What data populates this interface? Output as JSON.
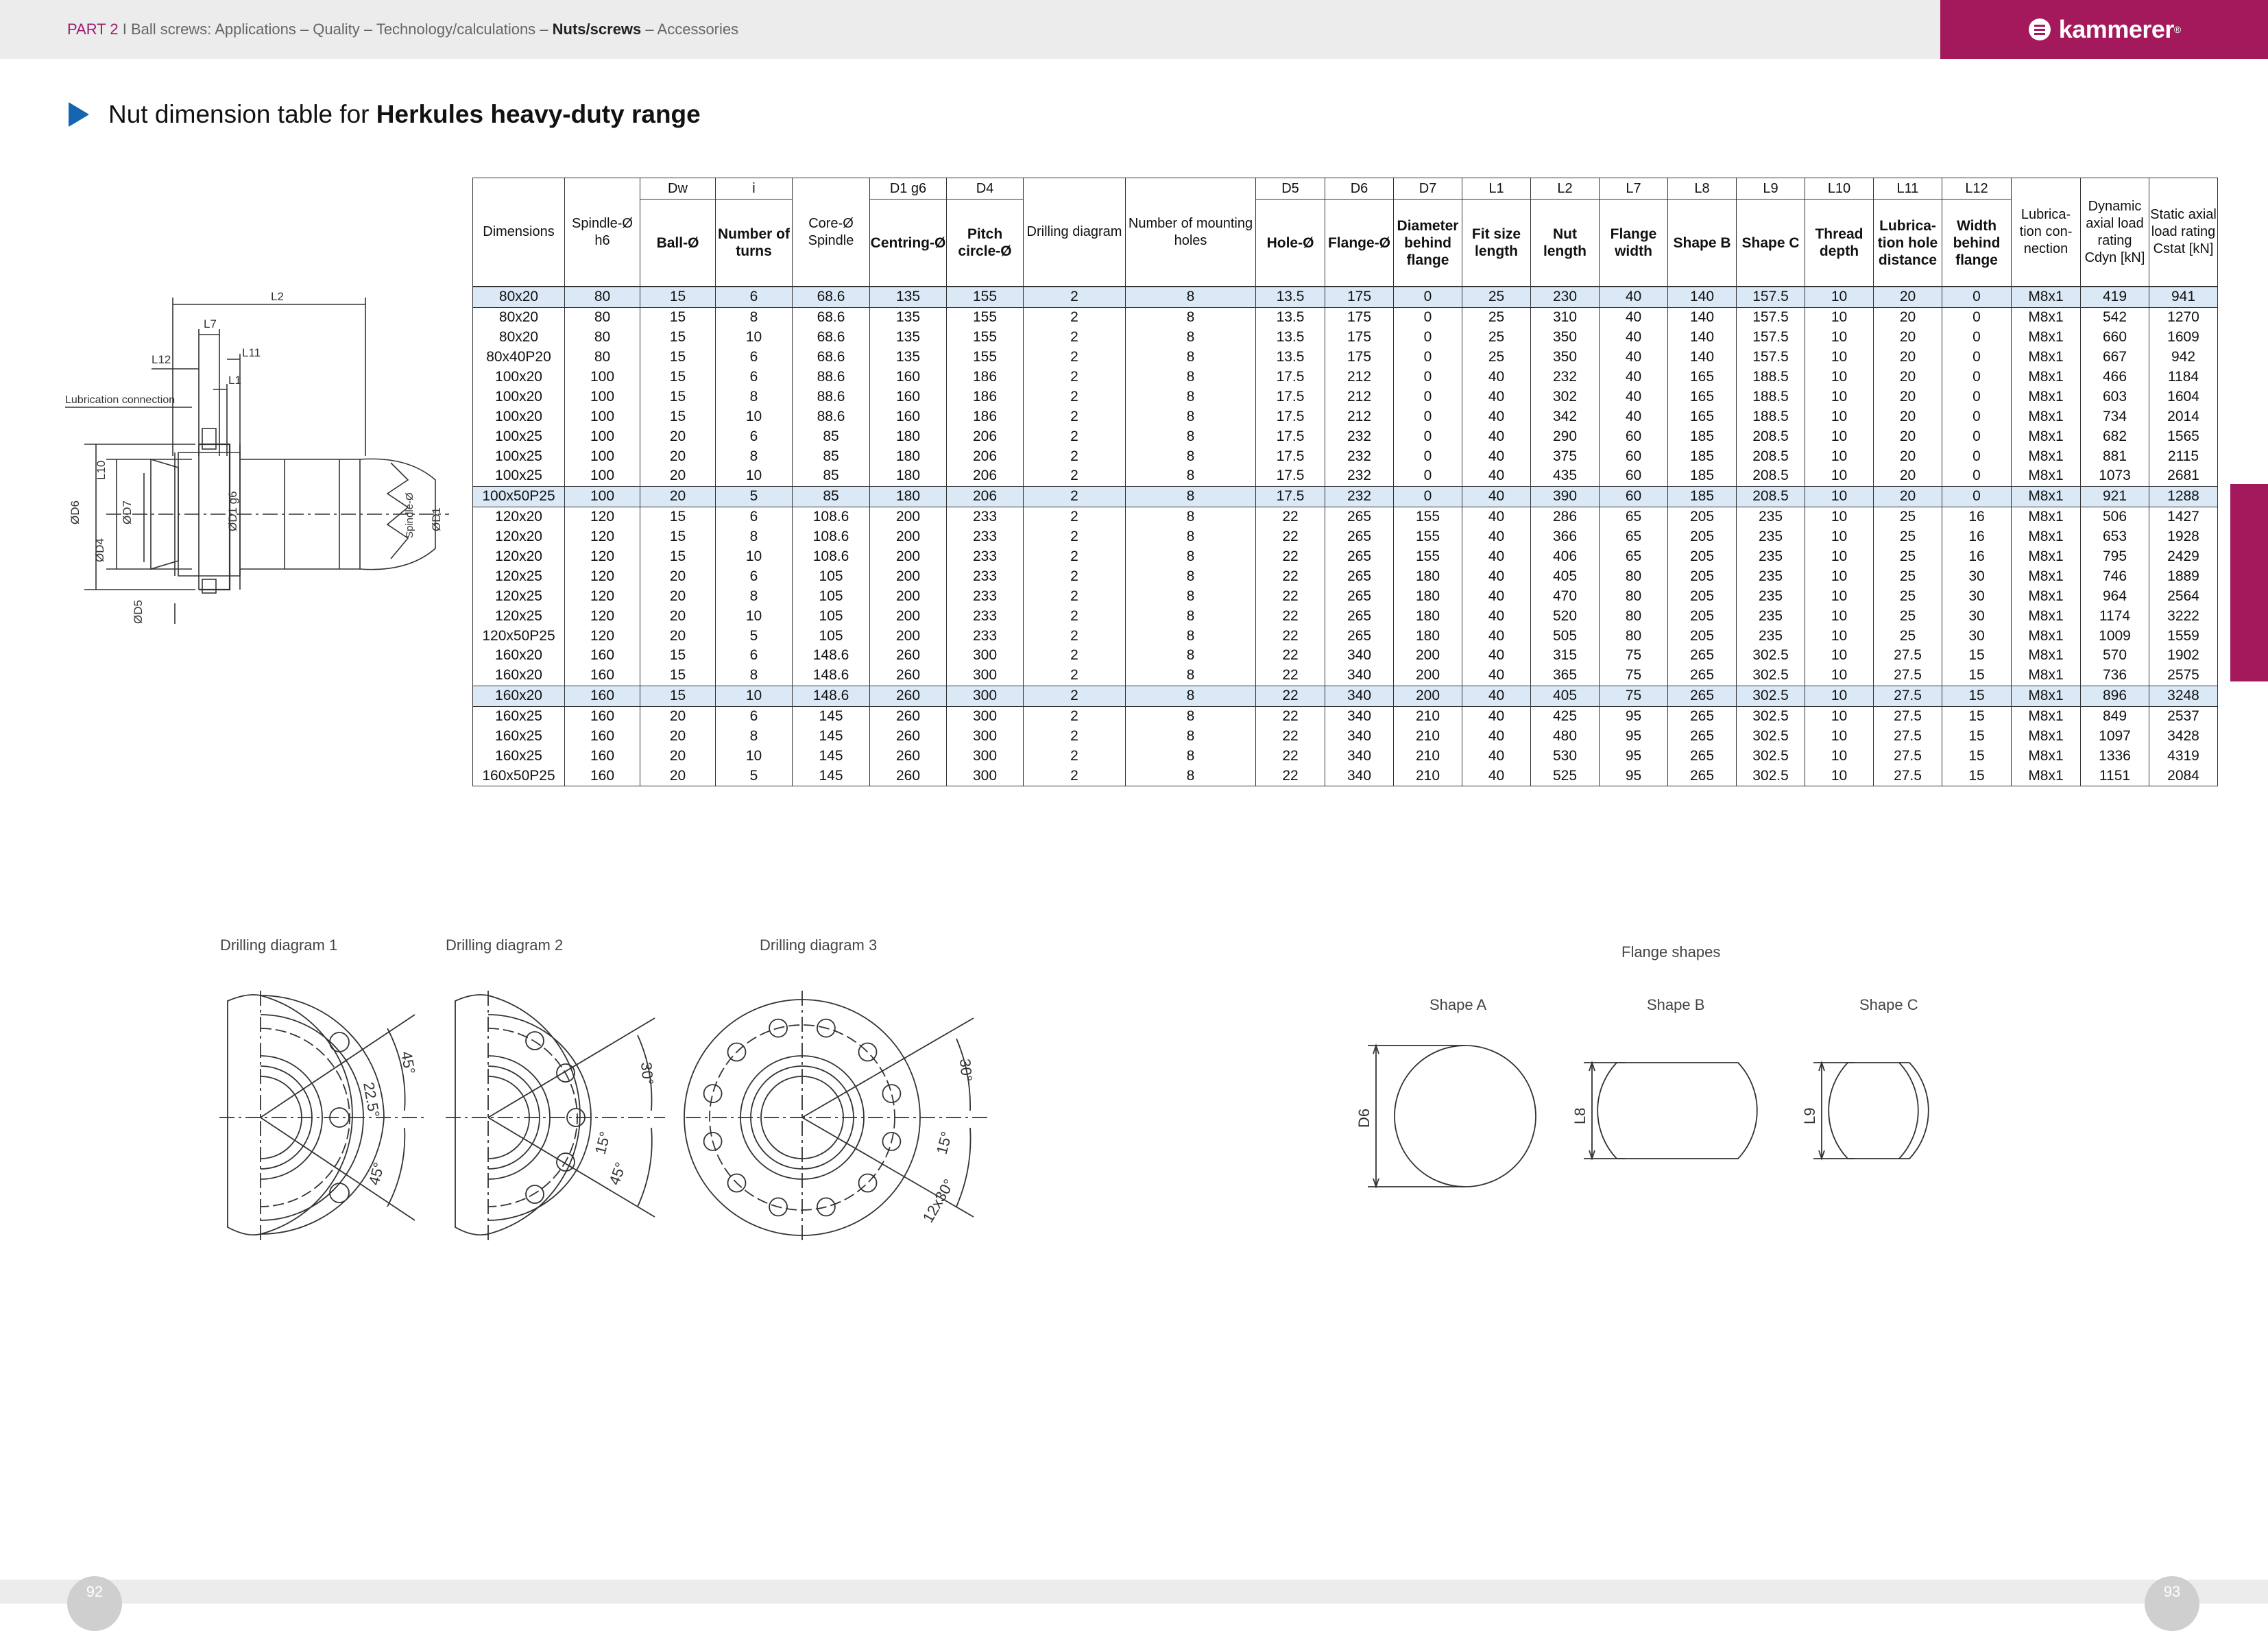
{
  "header": {
    "part_label": "PART 2",
    "breadcrumb_rest": "I Ball screws: Applications – Quality – Technology/calculations –",
    "current_section": "Nuts/screws",
    "after_section": "– Accessories",
    "brand": "kammerer",
    "brand_mark": "®",
    "brand_color": "#a3195b"
  },
  "title": {
    "prefix": "Nut dimension table for",
    "bold": "Herkules heavy-duty range"
  },
  "nut_drawing": {
    "labels": [
      "L2",
      "L7",
      "L12",
      "L11",
      "L1",
      "L10",
      "Lubrication connection",
      "ØD6",
      "ØD4",
      "ØD7",
      "ØD5",
      "ØD1 g6",
      "Spindle-Ø",
      "ØD1"
    ]
  },
  "table": {
    "symbols": [
      "",
      "",
      "Dw",
      "i",
      "",
      "D1 g6",
      "D4",
      "",
      "",
      "D5",
      "D6",
      "D7",
      "L1",
      "L2",
      "L7",
      "L8",
      "L9",
      "L10",
      "L11",
      "L12",
      "",
      "",
      ""
    ],
    "headers": [
      "Dimensions",
      "Spindle-Ø h6",
      "Ball-Ø",
      "Number of turns",
      "Core-Ø Spindle",
      "Centring-Ø",
      "Pitch circle-Ø",
      "Drilling diagram",
      "Number of mounting holes",
      "Hole-Ø",
      "Flange-Ø",
      "Diameter behind flange",
      "Fit size length",
      "Nut length",
      "Flange width",
      "Shape B",
      "Shape C",
      "Thread depth",
      "Lubrica-tion hole distance",
      "Width behind flange",
      "Lubrica-tion con-nection",
      "Dynamic axial load rating Cdyn [kN]",
      "Static axial load rating Cstat [kN]"
    ],
    "highlight_rows": [
      0,
      10,
      20
    ],
    "rows": [
      [
        "80x20",
        "80",
        "15",
        "6",
        "68.6",
        "135",
        "155",
        "2",
        "8",
        "13.5",
        "175",
        "0",
        "25",
        "230",
        "40",
        "140",
        "157.5",
        "10",
        "20",
        "0",
        "M8x1",
        "419",
        "941"
      ],
      [
        "80x20",
        "80",
        "15",
        "8",
        "68.6",
        "135",
        "155",
        "2",
        "8",
        "13.5",
        "175",
        "0",
        "25",
        "310",
        "40",
        "140",
        "157.5",
        "10",
        "20",
        "0",
        "M8x1",
        "542",
        "1270"
      ],
      [
        "80x20",
        "80",
        "15",
        "10",
        "68.6",
        "135",
        "155",
        "2",
        "8",
        "13.5",
        "175",
        "0",
        "25",
        "350",
        "40",
        "140",
        "157.5",
        "10",
        "20",
        "0",
        "M8x1",
        "660",
        "1609"
      ],
      [
        "80x40P20",
        "80",
        "15",
        "6",
        "68.6",
        "135",
        "155",
        "2",
        "8",
        "13.5",
        "175",
        "0",
        "25",
        "350",
        "40",
        "140",
        "157.5",
        "10",
        "20",
        "0",
        "M8x1",
        "667",
        "942"
      ],
      [
        "100x20",
        "100",
        "15",
        "6",
        "88.6",
        "160",
        "186",
        "2",
        "8",
        "17.5",
        "212",
        "0",
        "40",
        "232",
        "40",
        "165",
        "188.5",
        "10",
        "20",
        "0",
        "M8x1",
        "466",
        "1184"
      ],
      [
        "100x20",
        "100",
        "15",
        "8",
        "88.6",
        "160",
        "186",
        "2",
        "8",
        "17.5",
        "212",
        "0",
        "40",
        "302",
        "40",
        "165",
        "188.5",
        "10",
        "20",
        "0",
        "M8x1",
        "603",
        "1604"
      ],
      [
        "100x20",
        "100",
        "15",
        "10",
        "88.6",
        "160",
        "186",
        "2",
        "8",
        "17.5",
        "212",
        "0",
        "40",
        "342",
        "40",
        "165",
        "188.5",
        "10",
        "20",
        "0",
        "M8x1",
        "734",
        "2014"
      ],
      [
        "100x25",
        "100",
        "20",
        "6",
        "85",
        "180",
        "206",
        "2",
        "8",
        "17.5",
        "232",
        "0",
        "40",
        "290",
        "60",
        "185",
        "208.5",
        "10",
        "20",
        "0",
        "M8x1",
        "682",
        "1565"
      ],
      [
        "100x25",
        "100",
        "20",
        "8",
        "85",
        "180",
        "206",
        "2",
        "8",
        "17.5",
        "232",
        "0",
        "40",
        "375",
        "60",
        "185",
        "208.5",
        "10",
        "20",
        "0",
        "M8x1",
        "881",
        "2115"
      ],
      [
        "100x25",
        "100",
        "20",
        "10",
        "85",
        "180",
        "206",
        "2",
        "8",
        "17.5",
        "232",
        "0",
        "40",
        "435",
        "60",
        "185",
        "208.5",
        "10",
        "20",
        "0",
        "M8x1",
        "1073",
        "2681"
      ],
      [
        "100x50P25",
        "100",
        "20",
        "5",
        "85",
        "180",
        "206",
        "2",
        "8",
        "17.5",
        "232",
        "0",
        "40",
        "390",
        "60",
        "185",
        "208.5",
        "10",
        "20",
        "0",
        "M8x1",
        "921",
        "1288"
      ],
      [
        "120x20",
        "120",
        "15",
        "6",
        "108.6",
        "200",
        "233",
        "2",
        "8",
        "22",
        "265",
        "155",
        "40",
        "286",
        "65",
        "205",
        "235",
        "10",
        "25",
        "16",
        "M8x1",
        "506",
        "1427"
      ],
      [
        "120x20",
        "120",
        "15",
        "8",
        "108.6",
        "200",
        "233",
        "2",
        "8",
        "22",
        "265",
        "155",
        "40",
        "366",
        "65",
        "205",
        "235",
        "10",
        "25",
        "16",
        "M8x1",
        "653",
        "1928"
      ],
      [
        "120x20",
        "120",
        "15",
        "10",
        "108.6",
        "200",
        "233",
        "2",
        "8",
        "22",
        "265",
        "155",
        "40",
        "406",
        "65",
        "205",
        "235",
        "10",
        "25",
        "16",
        "M8x1",
        "795",
        "2429"
      ],
      [
        "120x25",
        "120",
        "20",
        "6",
        "105",
        "200",
        "233",
        "2",
        "8",
        "22",
        "265",
        "180",
        "40",
        "405",
        "80",
        "205",
        "235",
        "10",
        "25",
        "30",
        "M8x1",
        "746",
        "1889"
      ],
      [
        "120x25",
        "120",
        "20",
        "8",
        "105",
        "200",
        "233",
        "2",
        "8",
        "22",
        "265",
        "180",
        "40",
        "470",
        "80",
        "205",
        "235",
        "10",
        "25",
        "30",
        "M8x1",
        "964",
        "2564"
      ],
      [
        "120x25",
        "120",
        "20",
        "10",
        "105",
        "200",
        "233",
        "2",
        "8",
        "22",
        "265",
        "180",
        "40",
        "520",
        "80",
        "205",
        "235",
        "10",
        "25",
        "30",
        "M8x1",
        "1174",
        "3222"
      ],
      [
        "120x50P25",
        "120",
        "20",
        "5",
        "105",
        "200",
        "233",
        "2",
        "8",
        "22",
        "265",
        "180",
        "40",
        "505",
        "80",
        "205",
        "235",
        "10",
        "25",
        "30",
        "M8x1",
        "1009",
        "1559"
      ],
      [
        "160x20",
        "160",
        "15",
        "6",
        "148.6",
        "260",
        "300",
        "2",
        "8",
        "22",
        "340",
        "200",
        "40",
        "315",
        "75",
        "265",
        "302.5",
        "10",
        "27.5",
        "15",
        "M8x1",
        "570",
        "1902"
      ],
      [
        "160x20",
        "160",
        "15",
        "8",
        "148.6",
        "260",
        "300",
        "2",
        "8",
        "22",
        "340",
        "200",
        "40",
        "365",
        "75",
        "265",
        "302.5",
        "10",
        "27.5",
        "15",
        "M8x1",
        "736",
        "2575"
      ],
      [
        "160x20",
        "160",
        "15",
        "10",
        "148.6",
        "260",
        "300",
        "2",
        "8",
        "22",
        "340",
        "200",
        "40",
        "405",
        "75",
        "265",
        "302.5",
        "10",
        "27.5",
        "15",
        "M8x1",
        "896",
        "3248"
      ],
      [
        "160x25",
        "160",
        "20",
        "6",
        "145",
        "260",
        "300",
        "2",
        "8",
        "22",
        "340",
        "210",
        "40",
        "425",
        "95",
        "265",
        "302.5",
        "10",
        "27.5",
        "15",
        "M8x1",
        "849",
        "2537"
      ],
      [
        "160x25",
        "160",
        "20",
        "8",
        "145",
        "260",
        "300",
        "2",
        "8",
        "22",
        "340",
        "210",
        "40",
        "480",
        "95",
        "265",
        "302.5",
        "10",
        "27.5",
        "15",
        "M8x1",
        "1097",
        "3428"
      ],
      [
        "160x25",
        "160",
        "20",
        "10",
        "145",
        "260",
        "300",
        "2",
        "8",
        "22",
        "340",
        "210",
        "40",
        "530",
        "95",
        "265",
        "302.5",
        "10",
        "27.5",
        "15",
        "M8x1",
        "1336",
        "4319"
      ],
      [
        "160x50P25",
        "160",
        "20",
        "5",
        "145",
        "260",
        "300",
        "2",
        "8",
        "22",
        "340",
        "210",
        "40",
        "525",
        "95",
        "265",
        "302.5",
        "10",
        "27.5",
        "15",
        "M8x1",
        "1151",
        "2084"
      ]
    ]
  },
  "drilling": {
    "titles": [
      "Drilling diagram 1",
      "Drilling diagram 2",
      "Drilling diagram 3"
    ],
    "angles1": [
      "45°",
      "22.5°",
      "45°"
    ],
    "angles2": [
      "30°",
      "15°",
      "45°"
    ],
    "angles3": [
      "30°",
      "15°",
      "12x30°"
    ]
  },
  "flange": {
    "title": "Flange shapes",
    "shapes": [
      "Shape A",
      "Shape B",
      "Shape C"
    ],
    "dims": [
      "D6",
      "L8",
      "L9"
    ]
  },
  "pages": {
    "left": "92",
    "right": "93"
  }
}
